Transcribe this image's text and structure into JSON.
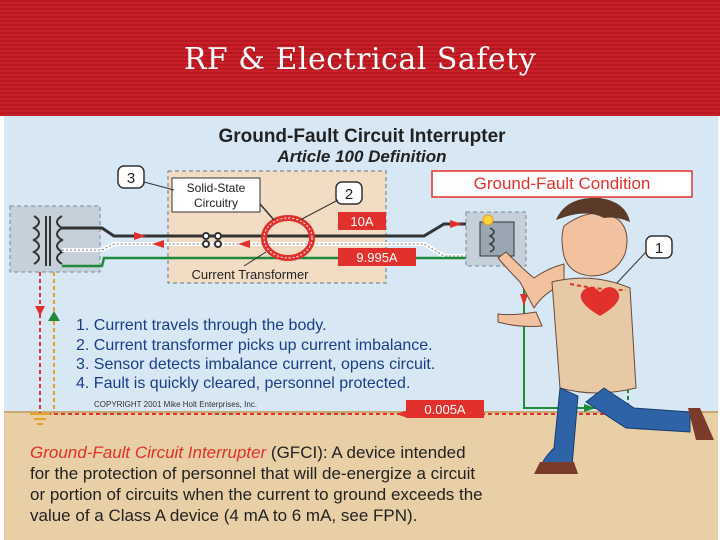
{
  "header": {
    "title": "RF & Electrical Safety"
  },
  "diagram": {
    "title_line1": "Ground-Fault Circuit Interrupter",
    "title_line2": "Article 100 Definition",
    "condition_label": "Ground-Fault Condition",
    "callout_1": "1",
    "callout_2": "2",
    "callout_3": "3",
    "solid_state_line1": "Solid-State",
    "solid_state_line2": "Circuitry",
    "current_transformer": "Current Transformer",
    "current_10a": "10A",
    "current_9995a": "9.995A",
    "current_0005a": "0.005A",
    "steps": [
      "1. Current travels through the body.",
      "2. Current transformer picks up current imbalance.",
      "3. Sensor detects imbalance current, opens circuit.",
      "4. Fault is quickly cleared, personnel protected."
    ],
    "copyright": "COPYRIGHT 2001  Mike Holt Enterprises, Inc.",
    "definition_term": "Ground-Fault Circuit Interrupter",
    "definition_line1": " (GFCI): A device intended",
    "definition_line2": "for the protection of personnel that will de-energize a circuit",
    "definition_line3": "or portion of circuits when the current to ground exceeds the",
    "definition_line4": "value of a Class A device (4 mA to 6 mA, see FPN).",
    "colors": {
      "header_red": "#c8202a",
      "panel_blue": "#d7e7f3",
      "floor_tan": "#e8cfa6",
      "label_red": "#e2312c",
      "wire_green": "#1f8a3a"
    }
  }
}
